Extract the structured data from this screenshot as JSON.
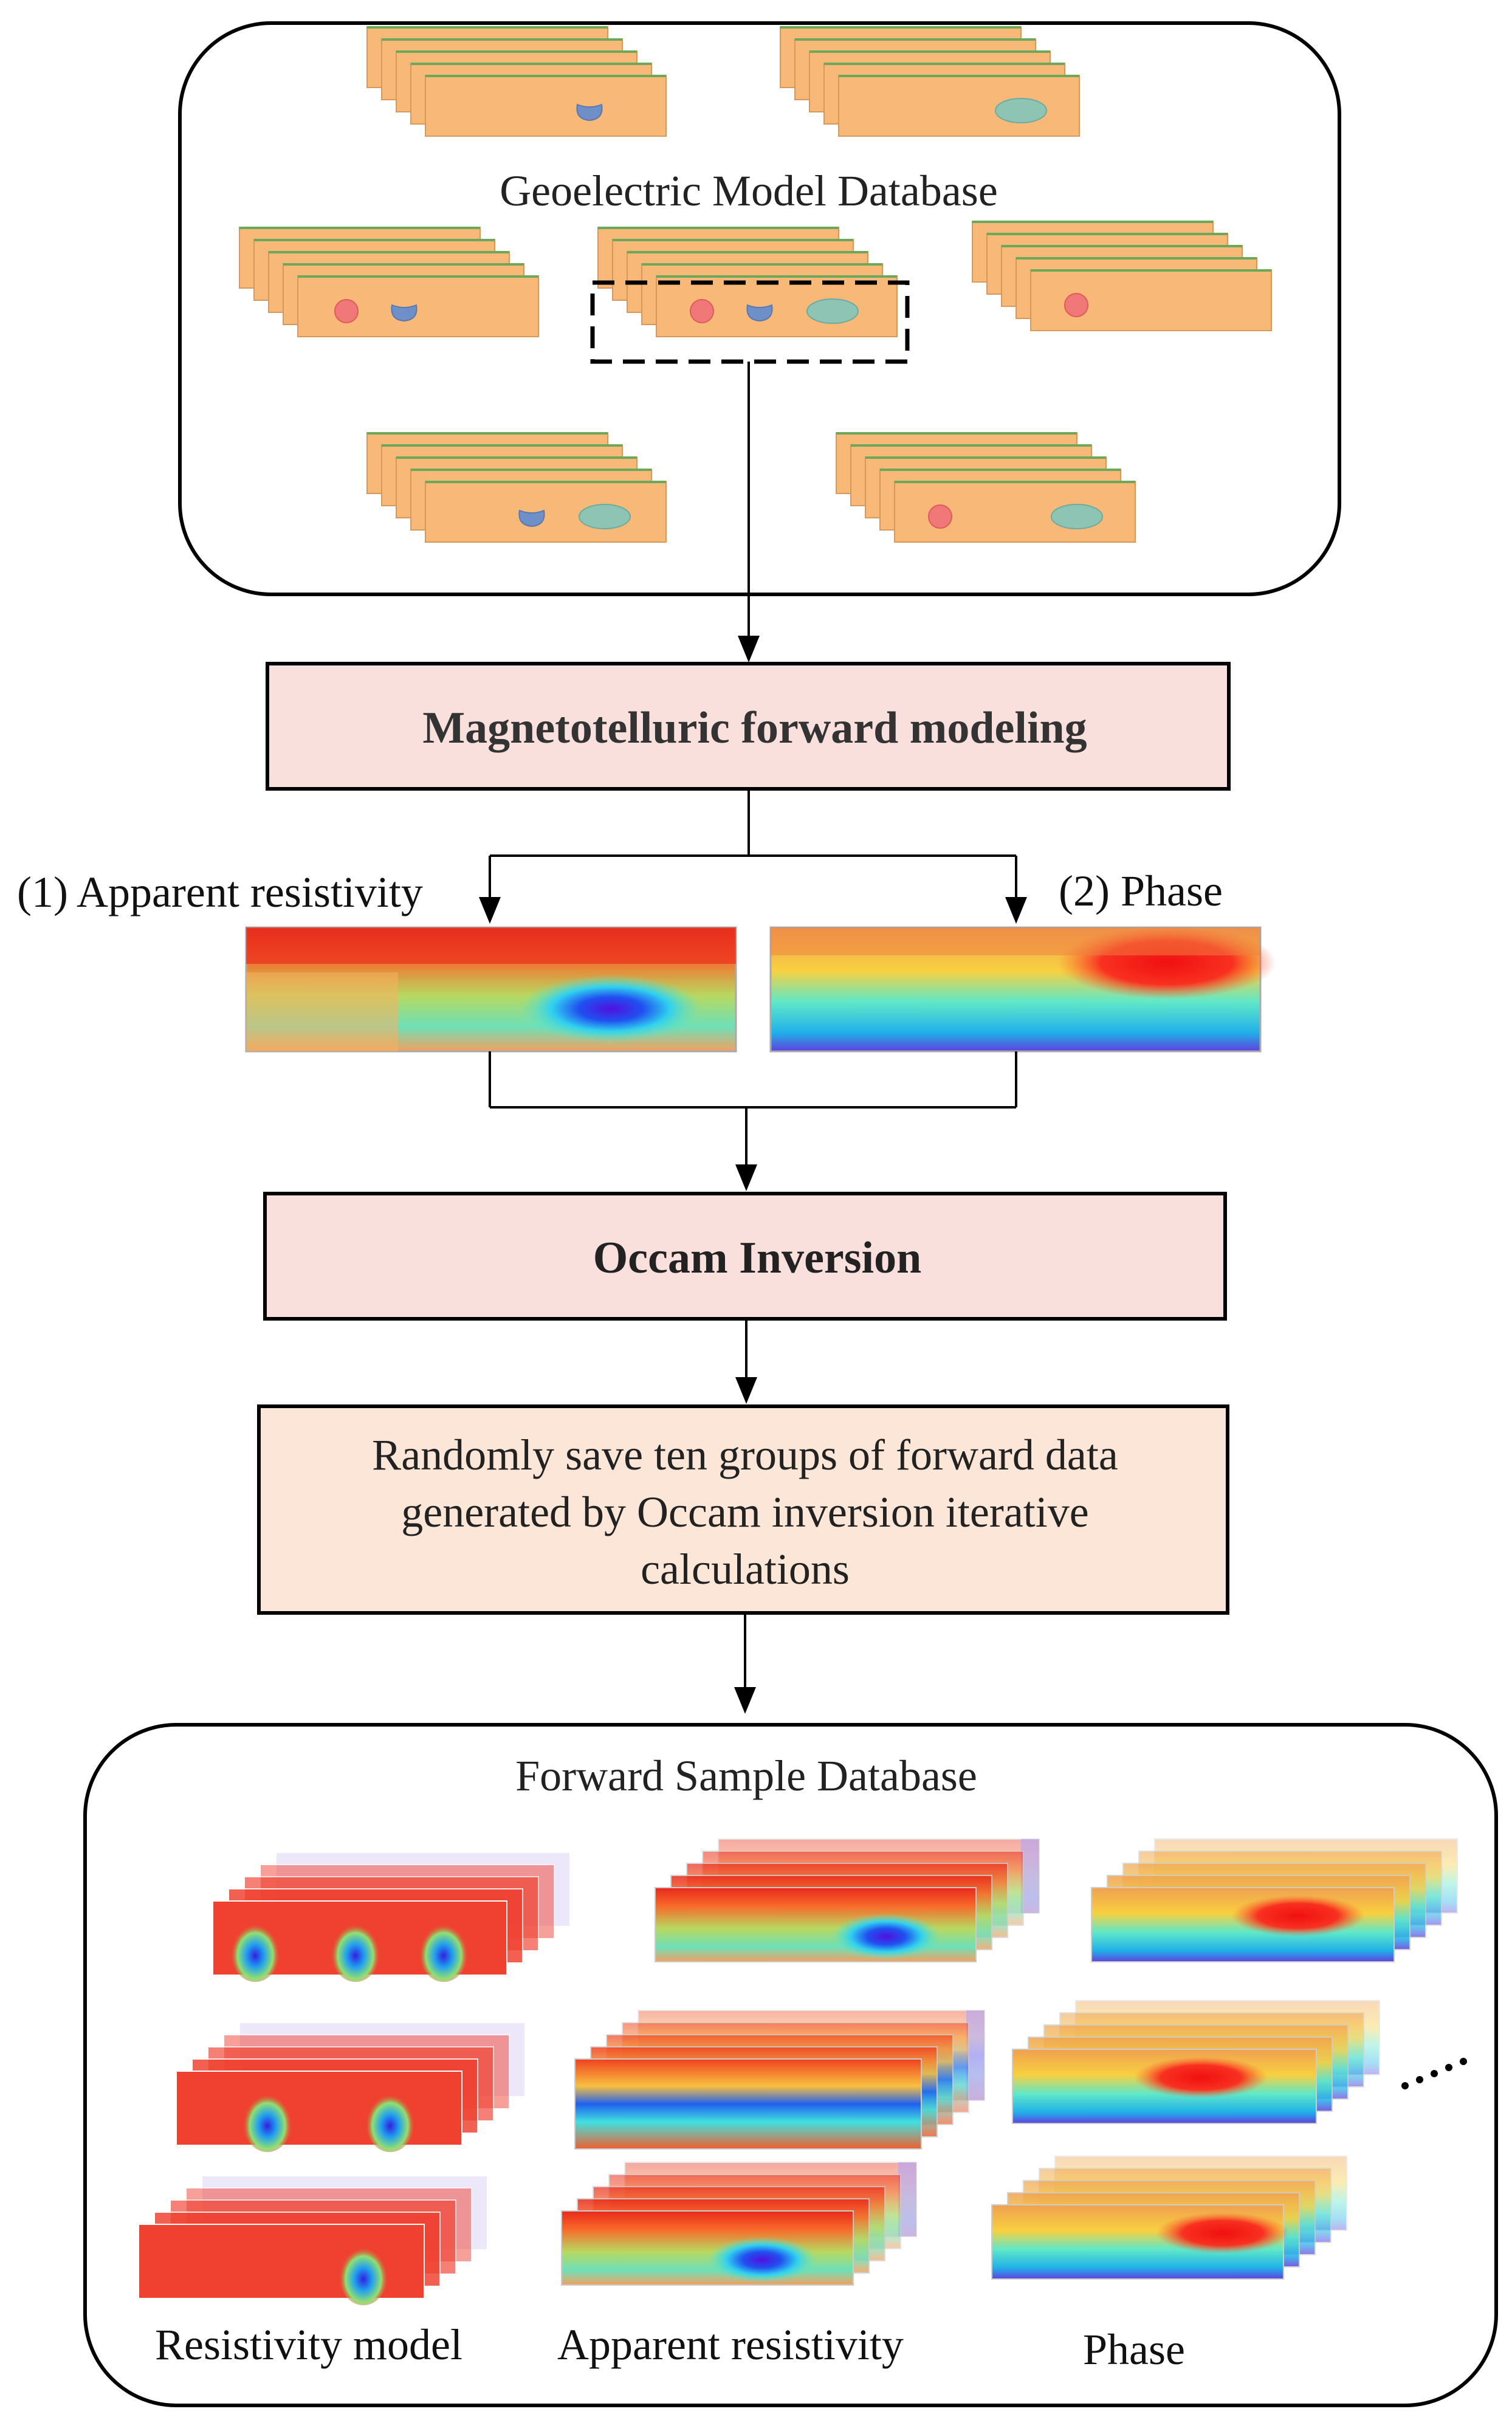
{
  "colors": {
    "model_fill": "#f8b878",
    "model_edge_top": "#6aa85a",
    "process_box_fill": "#fae0dc",
    "save_box_fill": "#fbe6d8",
    "stroke": "#000000",
    "blue_anomaly": "#6f8fc8",
    "teal_anomaly": "#8ec4b4",
    "red_anomaly": "#f07878"
  },
  "top_panel": {
    "title": "Geoelectric Model Database"
  },
  "flow": {
    "forward_modeling": "Magnetotelluric forward modeling",
    "apparent_resistivity_label": "(1) Apparent resistivity",
    "phase_label": "(2) Phase",
    "occam_inversion": "Occam Inversion",
    "save_line_1": "Randomly save ten groups of forward data",
    "save_line_2": "generated by Occam inversion iterative",
    "save_line_3": "calculations"
  },
  "bottom_panel": {
    "title": "Forward Sample Database",
    "col_resistivity_model": "Resistivity model",
    "col_apparent_resistivity": "Apparent resistivity",
    "col_phase": "Phase"
  },
  "icons": {
    "arrow": "arrow-down-icon",
    "ellipsis": "dotted-continuation-icon"
  }
}
